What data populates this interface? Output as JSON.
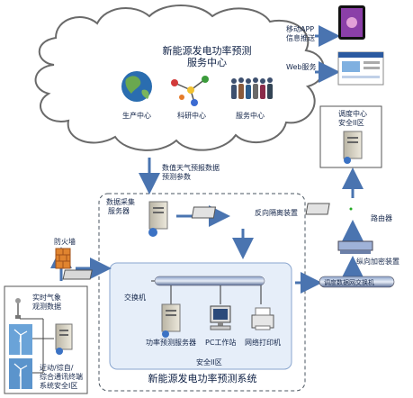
{
  "cloud": {
    "title_line1": "新能源发电功率预测",
    "title_line2": "服务中心",
    "nodes": [
      {
        "label": "生产中心",
        "icon": "globe-icon"
      },
      {
        "label": "科研中心",
        "icon": "molecule-icon"
      },
      {
        "label": "服务中心",
        "icon": "people-icon"
      }
    ]
  },
  "mobile": {
    "label_line1": "移动APP",
    "label_line2": "信息推送",
    "web_label": "Web服务"
  },
  "weather_data": {
    "line1": "数值天气预报数据",
    "line2": "预测参数"
  },
  "collector": {
    "line1": "数据采集",
    "line2": "服务器"
  },
  "reverse_isolation": "反向隔离装置",
  "firewall": "防火墙",
  "field_station": {
    "weather_line1": "实时气象",
    "weather_line2": "观测数据",
    "terminal_line1": "近动/综自/",
    "terminal_line2": "综合通讯终端",
    "terminal_line3": "系统安全I区"
  },
  "system": {
    "switch": "交换机",
    "server": "功率预测服务器",
    "pc": "PC工作站",
    "printer": "网络打印机",
    "zone": "安全II区",
    "title": "新能源发电功率预测系统"
  },
  "dispatch": {
    "center_line1": "调度中心",
    "center_line2": "安全II区",
    "router": "路由器",
    "encryption": "纵向加密装置",
    "data_network": "调度数据网交换机"
  }
}
